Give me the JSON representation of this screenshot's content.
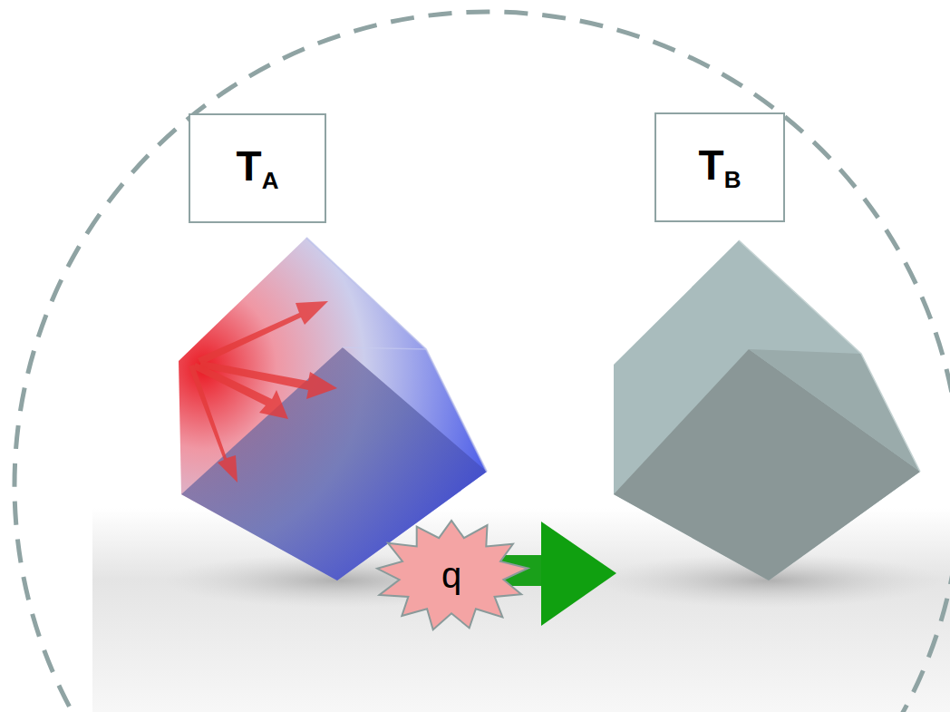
{
  "diagram": {
    "nodes": [
      {
        "text": [
          "TA"
        ]
      },
      {
        "text": [
          "TB"
        ]
      },
      {
        "text": [
          "q"
        ]
      }
    ]
  }
}
